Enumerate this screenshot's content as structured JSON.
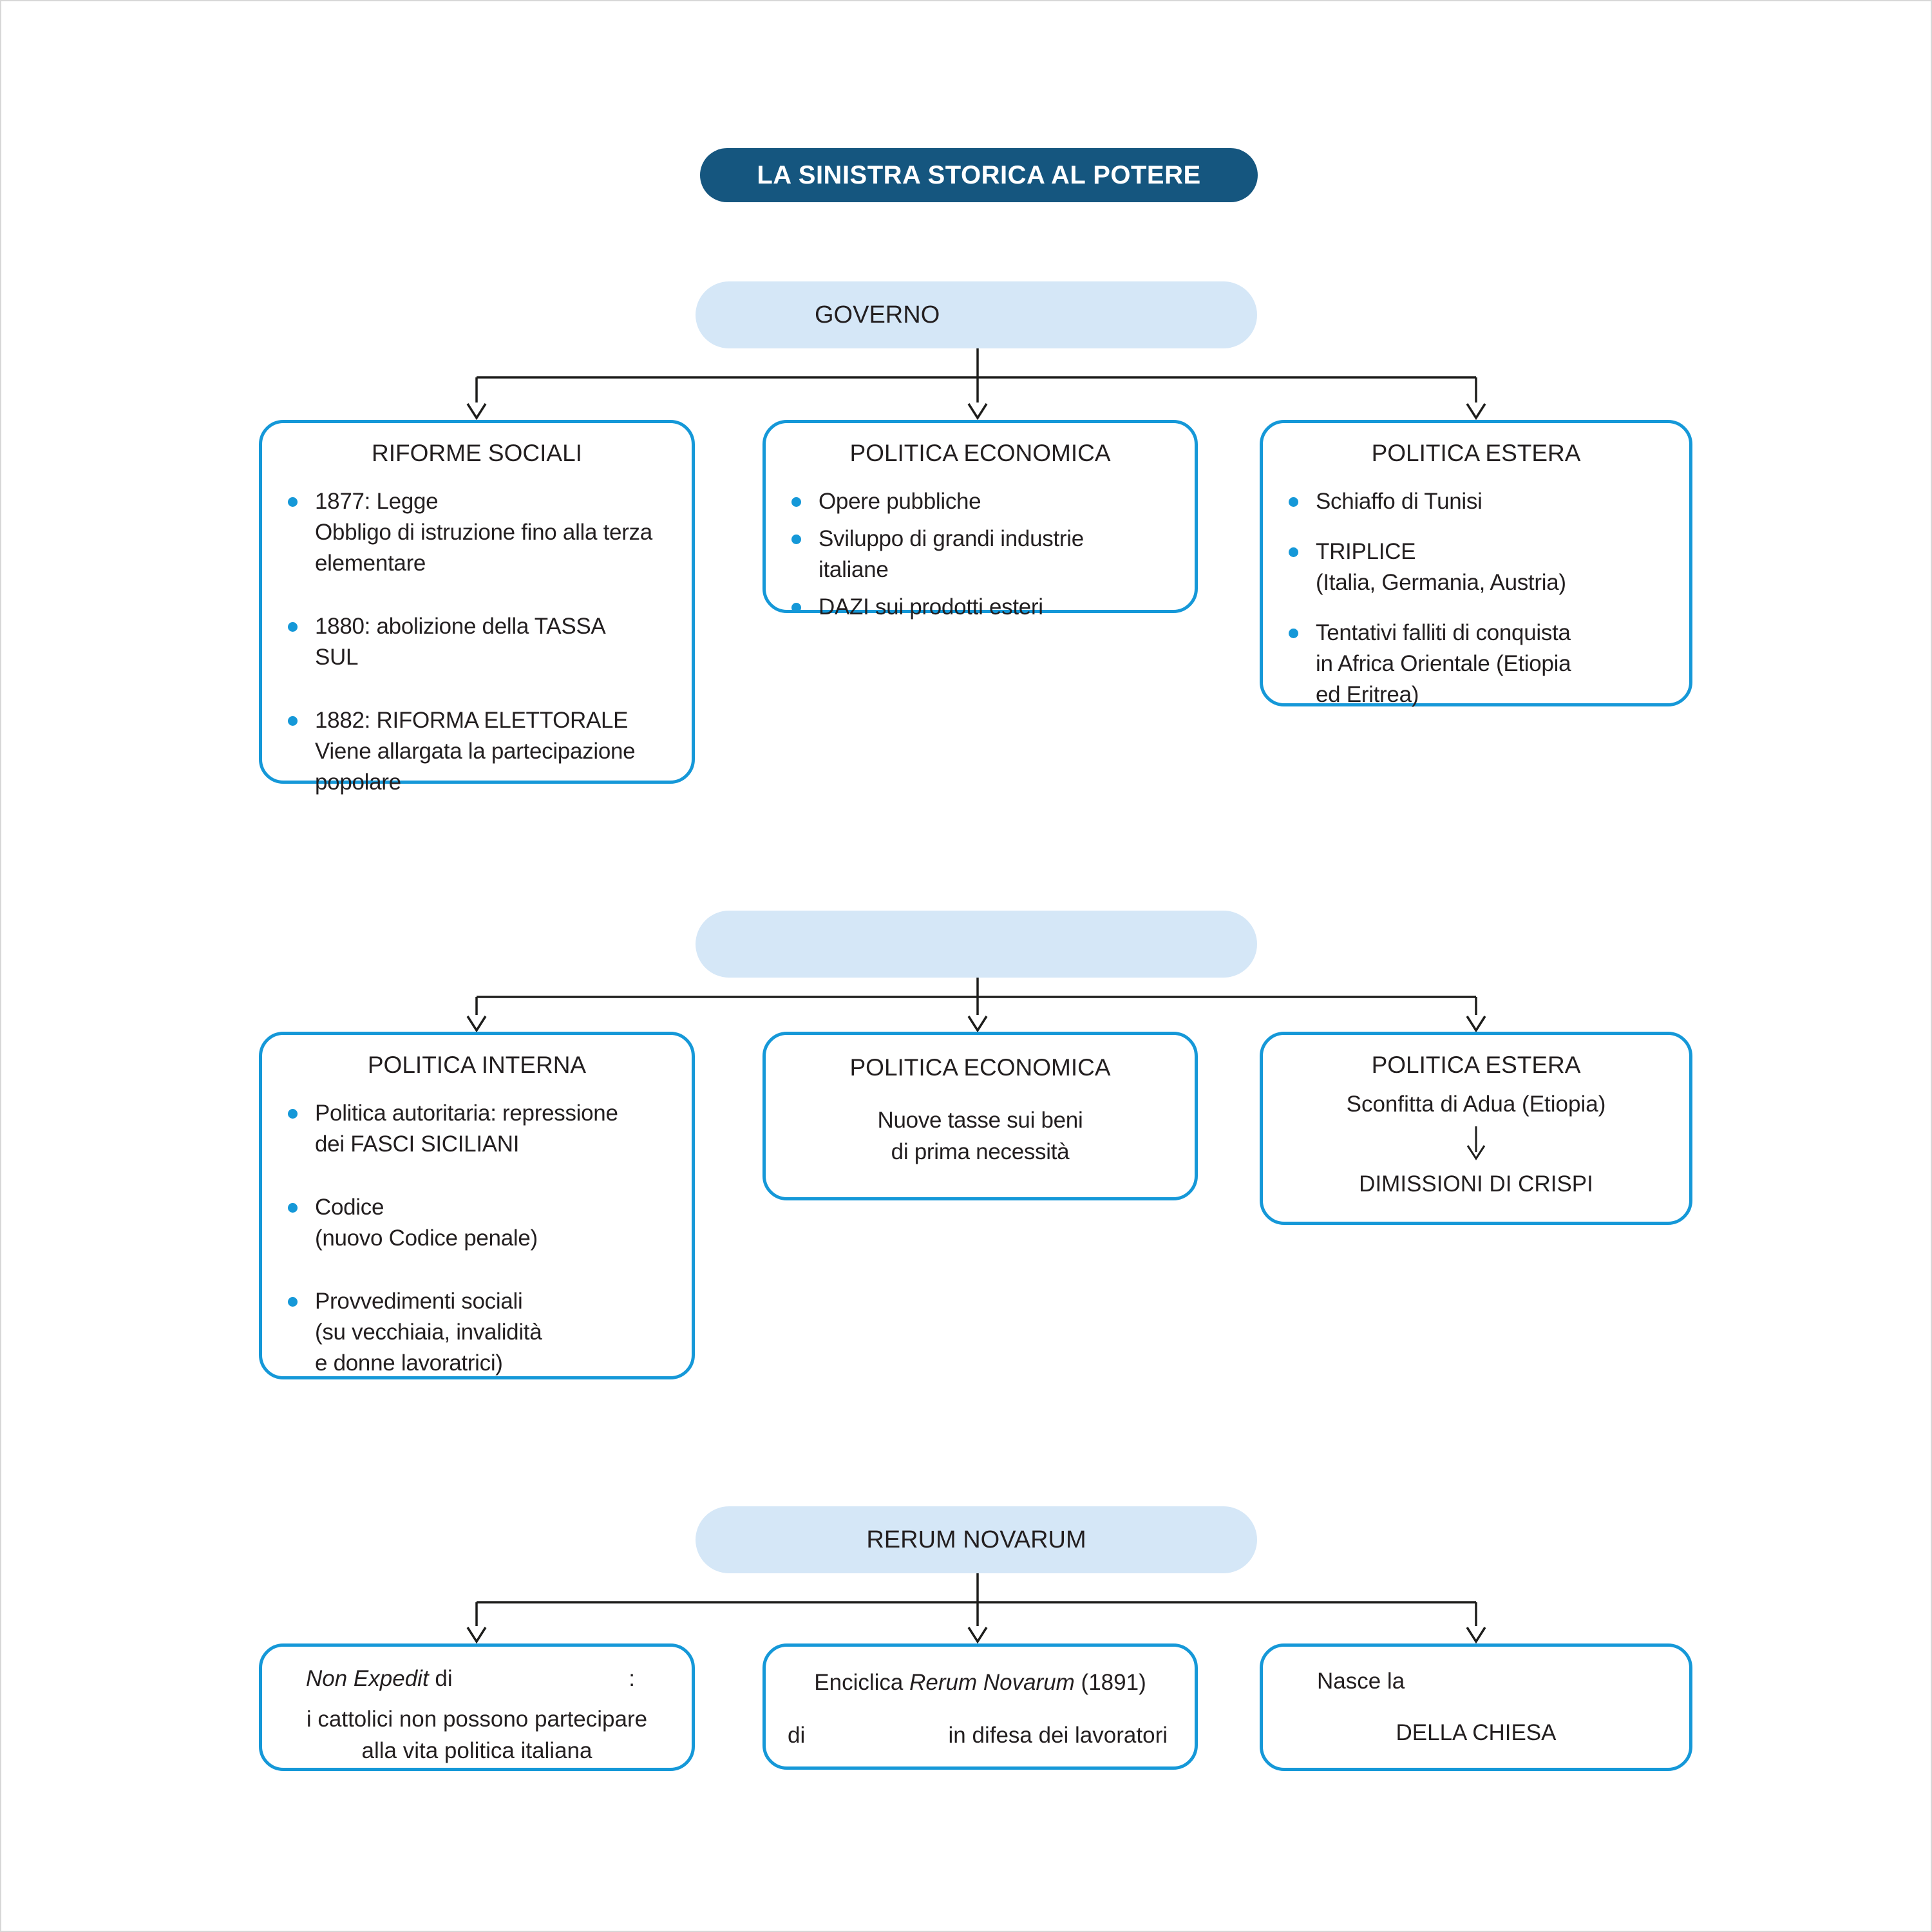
{
  "palette": {
    "banner_dark_blue": "#15567F",
    "banner_light_blue": "#D5E7F7",
    "box_border_blue": "#1598D8",
    "bullet_blue": "#1598D8",
    "connector_black": "#1D1D1B",
    "text_color": "#231F20"
  },
  "title": "LA SINISTRA STORICA AL POTERE",
  "section_governo": {
    "banner_label": "GOVERNO",
    "riforme_sociali": {
      "title": "RIFORME SOCIALI",
      "items": [
        "1877: Legge\nObbligo di istruzione fino alla terza\nelementare",
        "1880: abolizione della TASSA\nSUL",
        "1882: RIFORMA ELETTORALE\nViene allargata la partecipazione\npopolare"
      ]
    },
    "politica_economica": {
      "title": "POLITICA ECONOMICA",
      "items": [
        "Opere pubbliche",
        "Sviluppo di grandi industrie\nitaliane",
        "DAZI sui prodotti esteri"
      ]
    },
    "politica_estera": {
      "title": "POLITICA ESTERA",
      "items": [
        "Schiaffo di Tunisi",
        "TRIPLICE\n(Italia, Germania, Austria)",
        "Tentativi falliti di conquista\nin Africa Orientale (Etiopia\ned Eritrea)"
      ]
    }
  },
  "section_crispi": {
    "banner_label": "",
    "politica_interna": {
      "title": "POLITICA INTERNA",
      "items": [
        "Politica autoritaria: repressione\ndei FASCI SICILIANI",
        "Codice\n(nuovo Codice penale)",
        "Provvedimenti sociali\n(su vecchiaia, invalidità\ne donne lavoratrici)"
      ]
    },
    "politica_economica": {
      "title": "POLITICA ECONOMICA",
      "body": "Nuove tasse sui beni\ndi prima necessità"
    },
    "politica_estera": {
      "title": "POLITICA ESTERA",
      "line1": "Sconfitta di Adua (Etiopia)",
      "line2": "DIMISSIONI DI CRISPI"
    }
  },
  "section_rerum_novarum": {
    "banner_label": "RERUM NOVARUM",
    "non_expedit": {
      "term_italic": "Non Expedit",
      "after_term": " di",
      "colon": ":",
      "line2": "i cattolici non possono partecipare\nalla vita politica italiana"
    },
    "enciclica": {
      "pre": "Enciclica ",
      "term_italic": "Rerum Novarum",
      "post": " (1891)",
      "line2_left": "di",
      "line2_right": "in difesa dei lavoratori"
    },
    "della_chiesa": {
      "line1": "Nasce la",
      "line2": "DELLA CHIESA"
    }
  }
}
